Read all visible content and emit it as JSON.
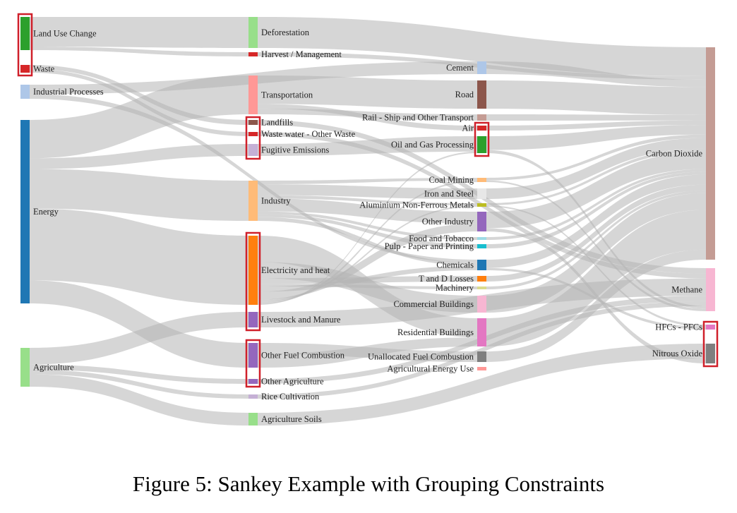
{
  "caption": "Figure 5: Sankey Example with Grouping Constraints",
  "colors": {
    "link": "#b4b4b4",
    "constraint_box": "#d0202a"
  },
  "nodes": [
    {
      "id": "luc",
      "label": "Land Use Change",
      "color": "#2ca02c"
    },
    {
      "id": "waste",
      "label": "Waste",
      "color": "#d62728"
    },
    {
      "id": "ind_proc",
      "label": "Industrial Processes",
      "color": "#aec7e8"
    },
    {
      "id": "energy",
      "label": "Energy",
      "color": "#1f77b4"
    },
    {
      "id": "agri",
      "label": "Agriculture",
      "color": "#98df8a"
    },
    {
      "id": "deforest",
      "label": "Deforestation",
      "color": "#98df8a"
    },
    {
      "id": "harvest",
      "label": "Harvest / Management",
      "color": "#d62728"
    },
    {
      "id": "transport",
      "label": "Transportation",
      "color": "#ff9896"
    },
    {
      "id": "landfills",
      "label": "Landfills",
      "color": "#8c564b"
    },
    {
      "id": "wastewater",
      "label": "Waste water - Other Waste",
      "color": "#d62728"
    },
    {
      "id": "fugitive",
      "label": "Fugitive Emissions",
      "color": "#c5b0d5"
    },
    {
      "id": "industry",
      "label": "Industry",
      "color": "#ffbb78"
    },
    {
      "id": "elec",
      "label": "Electricity and heat",
      "color": "#ff7f0e"
    },
    {
      "id": "livestock",
      "label": "Livestock and Manure",
      "color": "#9467bd"
    },
    {
      "id": "otherfuel",
      "label": "Other Fuel Combustion",
      "color": "#9467bd"
    },
    {
      "id": "otheragri",
      "label": "Other Agriculture",
      "color": "#9467bd"
    },
    {
      "id": "rice",
      "label": "Rice Cultivation",
      "color": "#c5b0d5"
    },
    {
      "id": "soils",
      "label": "Agriculture Soils",
      "color": "#98df8a"
    },
    {
      "id": "cement",
      "label": "Cement",
      "color": "#aec7e8"
    },
    {
      "id": "road",
      "label": "Road",
      "color": "#8c564b"
    },
    {
      "id": "rail",
      "label": "Rail - Ship and Other Transport",
      "color": "#c49c94"
    },
    {
      "id": "air",
      "label": "Air",
      "color": "#d62728"
    },
    {
      "id": "oilgas",
      "label": "Oil and Gas Processing",
      "color": "#2ca02c"
    },
    {
      "id": "coal",
      "label": "Coal Mining",
      "color": "#ffbb78"
    },
    {
      "id": "ironsteel",
      "label": "Iron and Steel",
      "color": "#e7e7e7"
    },
    {
      "id": "aluminium",
      "label": "Aluminium Non-Ferrous Metals",
      "color": "#bcbd22"
    },
    {
      "id": "otherind",
      "label": "Other Industry",
      "color": "#9467bd"
    },
    {
      "id": "food",
      "label": "Food and Tobacco",
      "color": "#9edae5"
    },
    {
      "id": "pulp",
      "label": "Pulp - Paper and Printing",
      "color": "#17becf"
    },
    {
      "id": "chem",
      "label": "Chemicals",
      "color": "#1f77b4"
    },
    {
      "id": "tdloss",
      "label": "T and D Losses",
      "color": "#ff7f0e"
    },
    {
      "id": "machinery",
      "label": "Machinery",
      "color": "#dbdb8d"
    },
    {
      "id": "commercial",
      "label": "Commercial Buildings",
      "color": "#f7b6d2"
    },
    {
      "id": "residential",
      "label": "Residential Buildings",
      "color": "#e377c2"
    },
    {
      "id": "unalloc",
      "label": "Unallocated Fuel Combustion",
      "color": "#7f7f7f"
    },
    {
      "id": "agrienergy",
      "label": "Agricultural Energy Use",
      "color": "#ff9896"
    },
    {
      "id": "co2",
      "label": "Carbon Dioxide",
      "color": "#c49c94"
    },
    {
      "id": "ch4",
      "label": "Methane",
      "color": "#f7b6d2"
    },
    {
      "id": "hfc",
      "label": "HFCs - PFCs",
      "color": "#e377c2"
    },
    {
      "id": "n2o",
      "label": "Nitrous Oxide",
      "color": "#7f7f7f"
    }
  ],
  "links": [
    {
      "source": "luc",
      "target": "deforest",
      "value": 10.9
    },
    {
      "source": "luc",
      "target": "harvest",
      "value": 1.3
    },
    {
      "source": "waste",
      "target": "landfills",
      "value": 1.7
    },
    {
      "source": "waste",
      "target": "wastewater",
      "value": 1.5
    },
    {
      "source": "ind_proc",
      "target": "cement",
      "value": 2.8
    },
    {
      "source": "ind_proc",
      "target": "chem",
      "value": 1.4
    },
    {
      "source": "energy",
      "target": "transport",
      "value": 14.3
    },
    {
      "source": "energy",
      "target": "fugitive",
      "value": 4.0
    },
    {
      "source": "energy",
      "target": "industry",
      "value": 14.7
    },
    {
      "source": "energy",
      "target": "elec",
      "value": 26.8
    },
    {
      "source": "energy",
      "target": "otherfuel",
      "value": 8.6
    },
    {
      "source": "agri",
      "target": "livestock",
      "value": 5.4
    },
    {
      "source": "agri",
      "target": "otheragri",
      "value": 1.7
    },
    {
      "source": "agri",
      "target": "rice",
      "value": 1.5
    },
    {
      "source": "agri",
      "target": "soils",
      "value": 4.0
    },
    {
      "source": "deforest",
      "target": "co2",
      "value": 10.9
    },
    {
      "source": "harvest",
      "target": "co2",
      "value": 1.3
    },
    {
      "source": "transport",
      "target": "road",
      "value": 10.5
    },
    {
      "source": "transport",
      "target": "air",
      "value": 1.7
    },
    {
      "source": "transport",
      "target": "rail",
      "value": 2.1
    },
    {
      "source": "landfills",
      "target": "ch4",
      "value": 1.7
    },
    {
      "source": "wastewater",
      "target": "ch4",
      "value": 1.5
    },
    {
      "source": "fugitive",
      "target": "oilgas",
      "value": 4.0
    },
    {
      "source": "industry",
      "target": "coal",
      "value": 1.3
    },
    {
      "source": "industry",
      "target": "ironsteel",
      "value": 4.0
    },
    {
      "source": "industry",
      "target": "aluminium",
      "value": 1.2
    },
    {
      "source": "industry",
      "target": "otherind",
      "value": 4.7
    },
    {
      "source": "industry",
      "target": "food",
      "value": 1.0
    },
    {
      "source": "industry",
      "target": "pulp",
      "value": 1.1
    },
    {
      "source": "industry",
      "target": "chem",
      "value": 1.4
    },
    {
      "source": "elec",
      "target": "residential",
      "value": 10.2
    },
    {
      "source": "elec",
      "target": "commercial",
      "value": 6.3
    },
    {
      "source": "elec",
      "target": "tdloss",
      "value": 2.2
    },
    {
      "source": "elec",
      "target": "machinery",
      "value": 1.0
    },
    {
      "source": "elec",
      "target": "chem",
      "value": 2.0
    },
    {
      "source": "elec",
      "target": "otherind",
      "value": 3.1
    },
    {
      "source": "elec",
      "target": "aluminium",
      "value": 0.8
    },
    {
      "source": "elec",
      "target": "coal",
      "value": 0.8
    },
    {
      "source": "elec",
      "target": "oilgas",
      "value": 0.4
    },
    {
      "source": "otherfuel",
      "target": "unalloc",
      "value": 3.8
    },
    {
      "source": "otherfuel",
      "target": "residential",
      "value": 4.8
    },
    {
      "source": "livestock",
      "target": "ch4",
      "value": 5.4
    },
    {
      "source": "otheragri",
      "target": "ch4",
      "value": 1.7
    },
    {
      "source": "rice",
      "target": "ch4",
      "value": 1.5
    },
    {
      "source": "soils",
      "target": "n2o",
      "value": 4.0
    },
    {
      "source": "cement",
      "target": "co2",
      "value": 2.8
    },
    {
      "source": "road",
      "target": "co2",
      "value": 10.5
    },
    {
      "source": "rail",
      "target": "co2",
      "value": 2.1
    },
    {
      "source": "air",
      "target": "co2",
      "value": 1.7
    },
    {
      "source": "oilgas",
      "target": "co2",
      "value": 3.6
    },
    {
      "source": "oilgas",
      "target": "ch4",
      "value": 0.8
    },
    {
      "source": "coal",
      "target": "co2",
      "value": 1.3
    },
    {
      "source": "coal",
      "target": "ch4",
      "value": 0.8
    },
    {
      "source": "ironsteel",
      "target": "co2",
      "value": 4.0
    },
    {
      "source": "aluminium",
      "target": "co2",
      "value": 1.2
    },
    {
      "source": "aluminium",
      "target": "hfc",
      "value": 0.8
    },
    {
      "source": "otherind",
      "target": "co2",
      "value": 6.5
    },
    {
      "source": "otherind",
      "target": "n2o",
      "value": 1.3
    },
    {
      "source": "food",
      "target": "co2",
      "value": 1.0
    },
    {
      "source": "pulp",
      "target": "co2",
      "value": 1.1
    },
    {
      "source": "chem",
      "target": "co2",
      "value": 3.8
    },
    {
      "source": "chem",
      "target": "hfc",
      "value": 1.0
    },
    {
      "source": "tdloss",
      "target": "co2",
      "value": 2.2
    },
    {
      "source": "machinery",
      "target": "co2",
      "value": 1.0
    },
    {
      "source": "commercial",
      "target": "co2",
      "value": 6.3
    },
    {
      "source": "residential",
      "target": "co2",
      "value": 15.0
    },
    {
      "source": "unalloc",
      "target": "co2",
      "value": 3.8
    }
  ],
  "groups": [
    {
      "name": "luc-waste",
      "members": [
        "luc",
        "waste"
      ]
    },
    {
      "name": "waste-subsectors",
      "members": [
        "landfills",
        "wastewater",
        "fugitive"
      ]
    },
    {
      "name": "elec-livestock",
      "members": [
        "elec",
        "livestock"
      ]
    },
    {
      "name": "fuel-agri",
      "members": [
        "otherfuel",
        "otheragri"
      ]
    },
    {
      "name": "air-oilgas",
      "members": [
        "air",
        "oilgas"
      ]
    },
    {
      "name": "hfc-n2o",
      "members": [
        "hfc",
        "n2o"
      ]
    }
  ]
}
